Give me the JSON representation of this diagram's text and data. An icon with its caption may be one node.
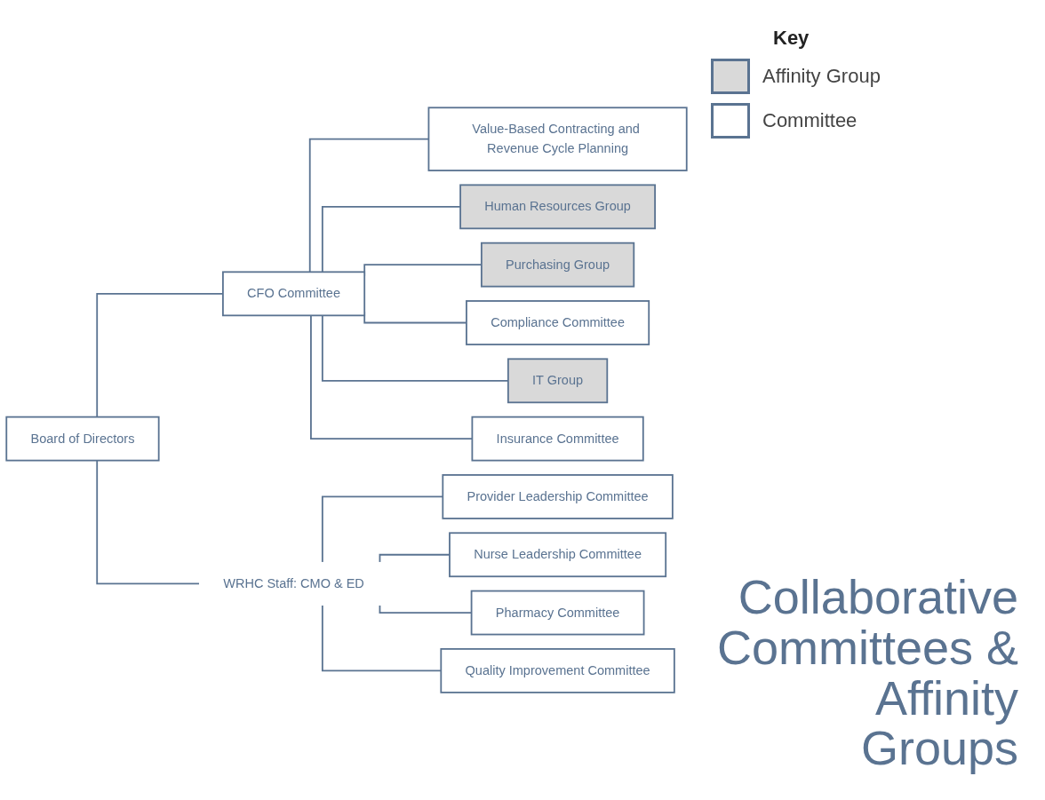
{
  "diagram": {
    "title": "Collaborative Committees & Affinity Groups",
    "nodes": [
      {
        "text": [
          "Board of Directors"
        ]
      },
      {
        "text": [
          "CFO Committee"
        ]
      },
      {
        "text": [
          "WRHC Staff: CMO & ED"
        ]
      },
      {
        "text": [
          "Value-Based Contracting and Revenue Cycle Planning"
        ]
      },
      {
        "text": [
          "Human Resources Group"
        ]
      },
      {
        "text": [
          "Purchasing Group"
        ]
      },
      {
        "text": [
          "Compliance Committee"
        ]
      },
      {
        "text": [
          "IT Group"
        ]
      },
      {
        "text": [
          "Insurance Committee"
        ]
      },
      {
        "text": [
          "Provider Leadership Committee"
        ]
      },
      {
        "text": [
          "Nurse Leadership Committee"
        ]
      },
      {
        "text": [
          "Pharmacy Committee"
        ]
      },
      {
        "text": [
          "Quality Improvement Committee"
        ]
      }
    ],
    "edges": [
      {
        "from": 0,
        "to": 1,
        "arrow": "none"
      },
      {
        "from": 0,
        "to": 2,
        "arrow": "none"
      },
      {
        "from": 1,
        "to": 3,
        "arrow": "none"
      },
      {
        "from": 1,
        "to": 4,
        "arrow": "none"
      },
      {
        "from": 1,
        "to": 5,
        "arrow": "none"
      },
      {
        "from": 1,
        "to": 6,
        "arrow": "none"
      },
      {
        "from": 1,
        "to": 7,
        "arrow": "none"
      },
      {
        "from": 1,
        "to": 8,
        "arrow": "none"
      },
      {
        "from": 2,
        "to": 9,
        "arrow": "none"
      },
      {
        "from": 2,
        "to": 10,
        "arrow": "none"
      },
      {
        "from": 2,
        "to": 11,
        "arrow": "none"
      },
      {
        "from": 2,
        "to": 12,
        "arrow": "none"
      }
    ],
    "labels": [
      "Key"
    ],
    "legend": [
      {
        "text": "Affinity Group",
        "color": "#d9d9d9"
      },
      {
        "text": "Committee",
        "color": "#ffffff"
      }
    ]
  }
}
